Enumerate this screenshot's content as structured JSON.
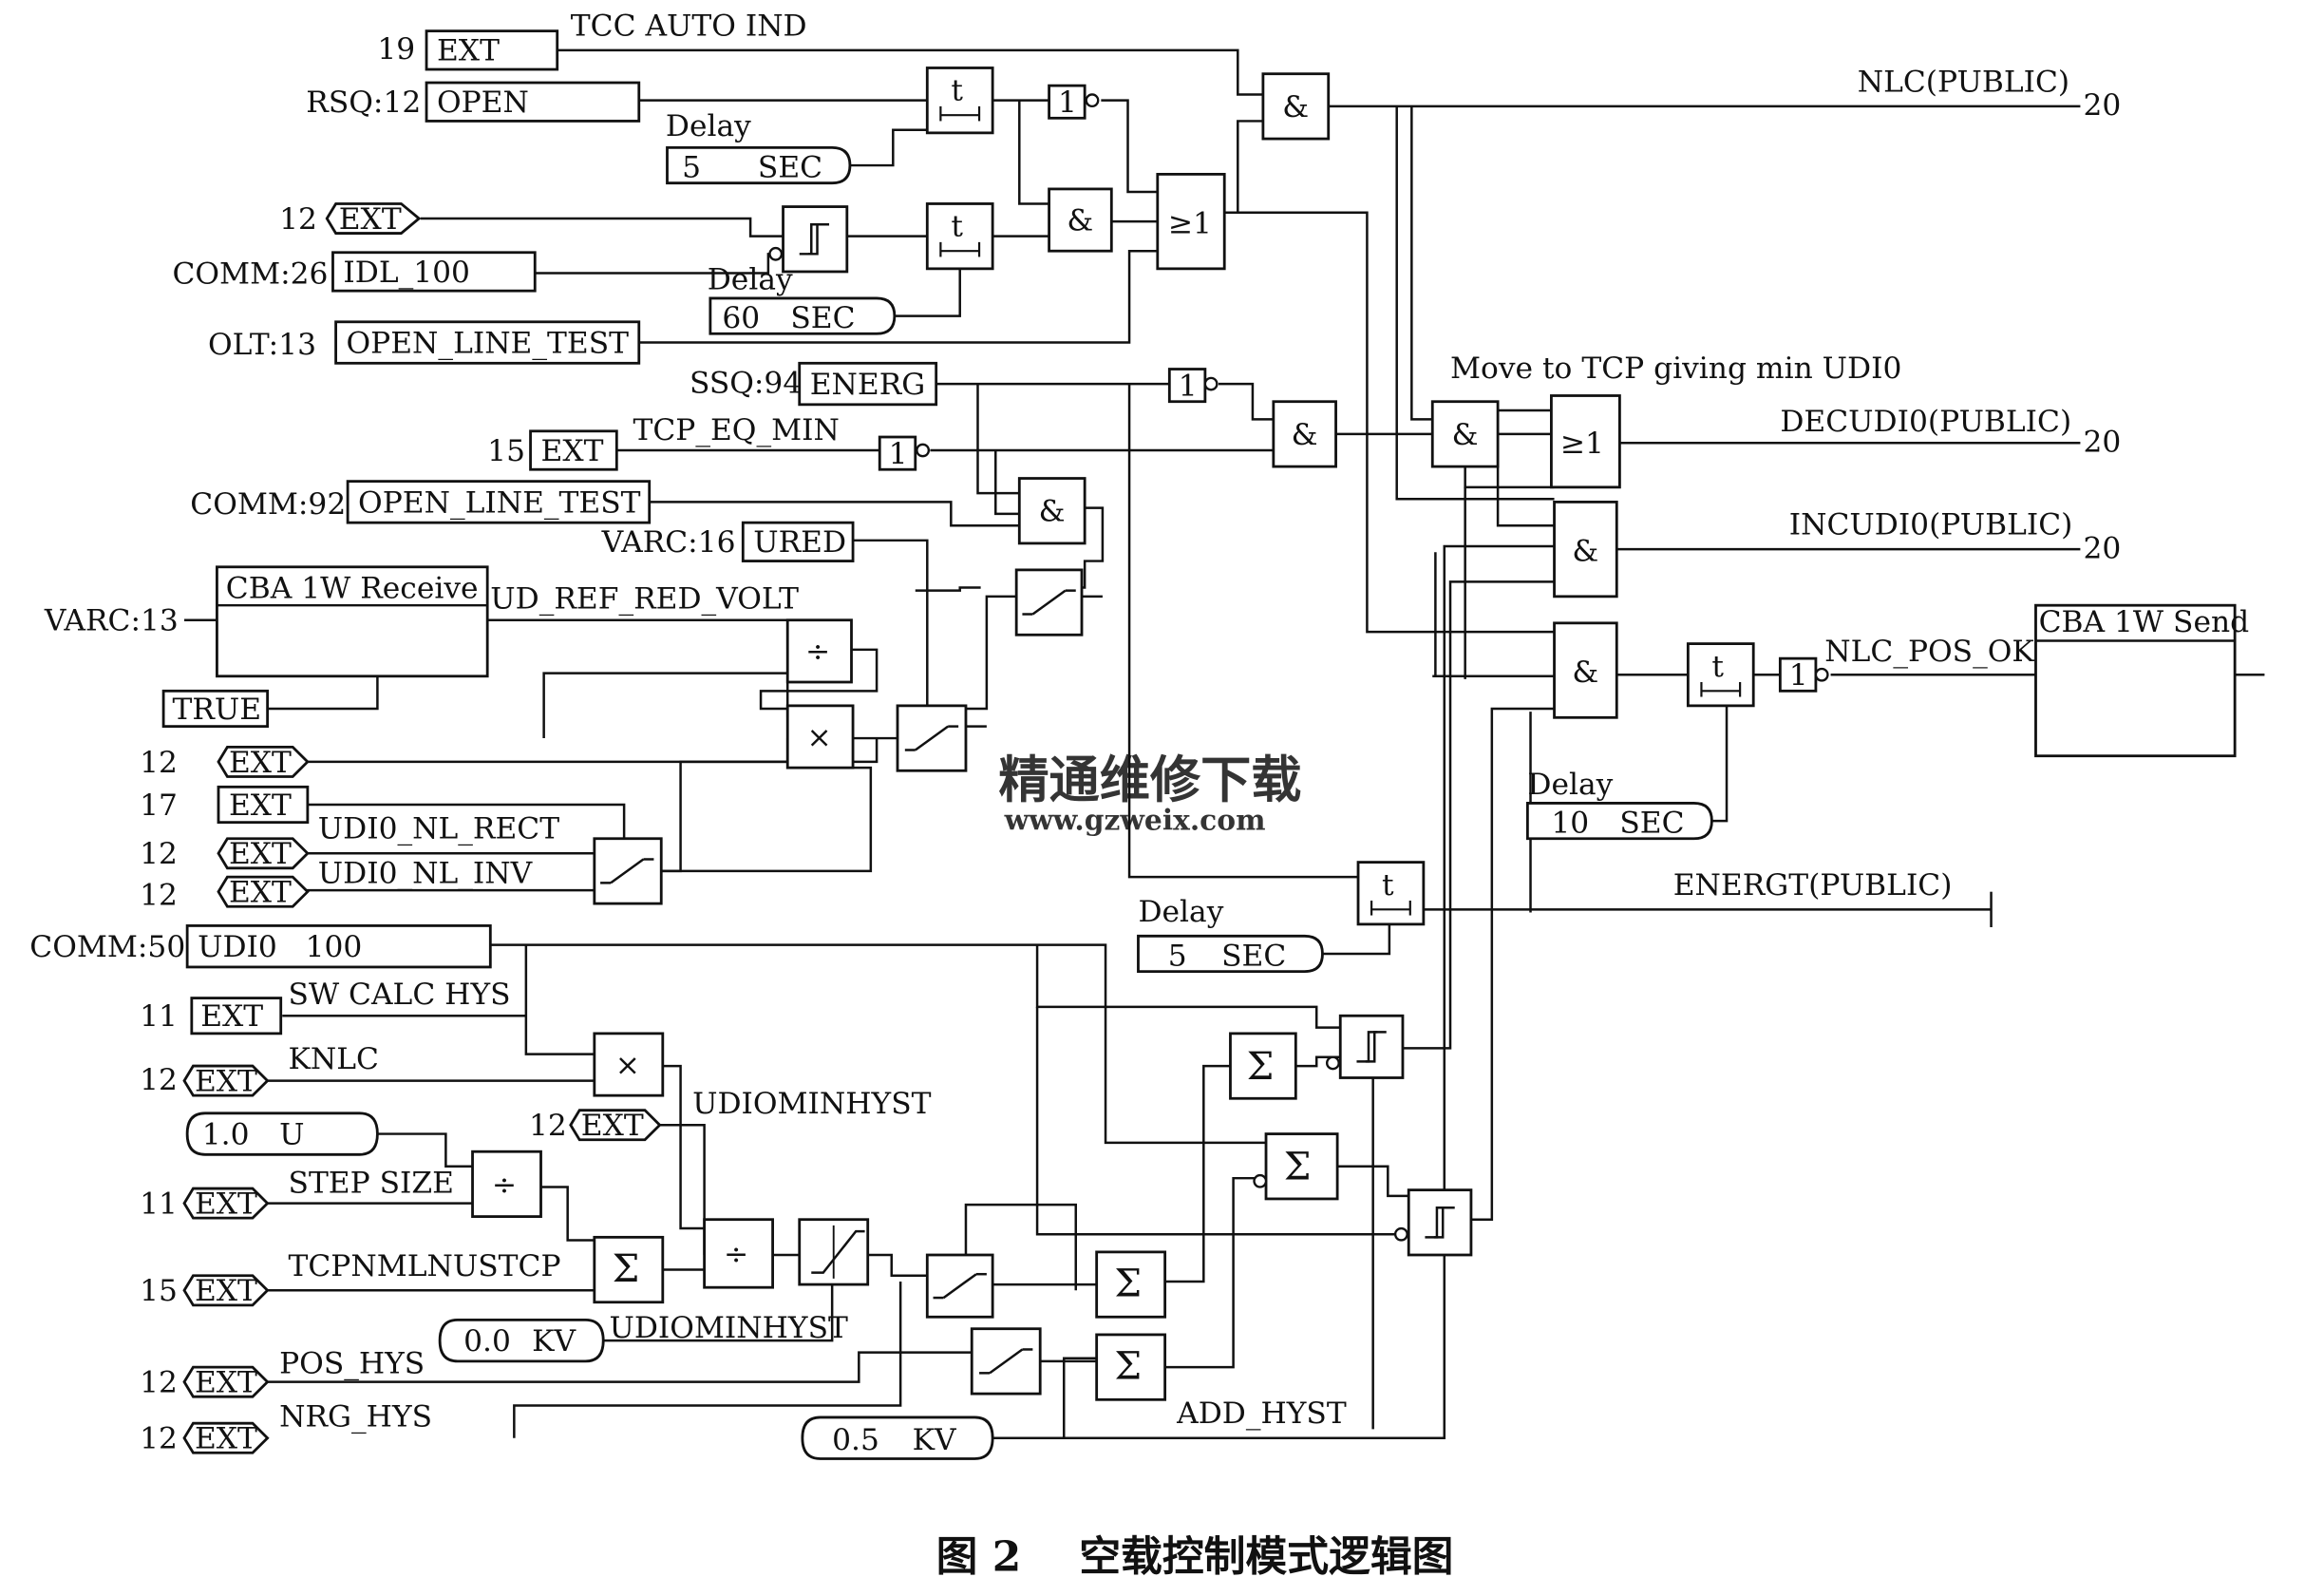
{
  "signals": {
    "tcc_auto_ind": "TCC AUTO IND",
    "open": "OPEN",
    "idl_100": "IDL_100",
    "open_line_test": "OPEN_LINE_TEST",
    "energ": "ENERG",
    "tcp_eq_min": "TCP_EQ_MIN",
    "ured": "URED",
    "cba_receive": "CBA 1W Receive",
    "ud_ref_red_volt": "UD_REF_RED_VOLT",
    "true": "TRUE",
    "udio_nl_rect": "UDI0_NL_RECT",
    "udio_nl_inv": "UDI0_NL_INV",
    "udio_100": "UDI0   100",
    "sw_calc_hys": "SW CALC HYS",
    "knlc": "KNLC",
    "udiominhyst": "UDIOMINHYST",
    "step_size": "STEP SIZE",
    "tcpnmlnustcp": "TCPNMLNUSTCP",
    "pos_hys": "POS_HYS",
    "nrg_hys": "NRG_HYS",
    "add_hyst": "ADD_HYST",
    "move_to_tcp": "Move to TCP giving min UDI0",
    "nlc_pos_ok": "NLC_POS_OK",
    "cba_send": "CBA 1W Send",
    "ext": "EXT"
  },
  "refs": {
    "r19": "19",
    "rsq": "RSQ:12",
    "r12": "12",
    "comm26": "COMM:26",
    "olt": "OLT:13",
    "ssq": "SSQ:94",
    "r15": "15",
    "comm92": "COMM:92",
    "varc16": "VARC:16",
    "varc13": "VARC:13",
    "r17": "17",
    "comm50": "COMM:50",
    "r11": "11"
  },
  "outputs": {
    "nlc": "NLC(PUBLIC)",
    "decudio": "DECUDI0(PUBLIC)",
    "incudio": "INCUDI0(PUBLIC)",
    "energt": "ENERGT(PUBLIC)",
    "page": "20"
  },
  "delays": {
    "label": "Delay",
    "d1_value": "5",
    "d2_value": "60",
    "d3_value": "10",
    "d4_value": "5",
    "unit": "SEC"
  },
  "constants": {
    "c1_value": "1.0",
    "c1_unit": "U",
    "c2_value": "0.0",
    "c2_unit": "KV",
    "c3_value": "0.5",
    "c3_unit": "KV"
  },
  "gates": {
    "and": "&",
    "or": "≥1",
    "not": "1",
    "timer": "t",
    "mul": "×",
    "div": "÷",
    "sum": "Σ"
  },
  "watermark": {
    "line1": "精通维修下载",
    "line2": "www.gzweix.com"
  },
  "caption": "图 2    空载控制模式逻辑图"
}
